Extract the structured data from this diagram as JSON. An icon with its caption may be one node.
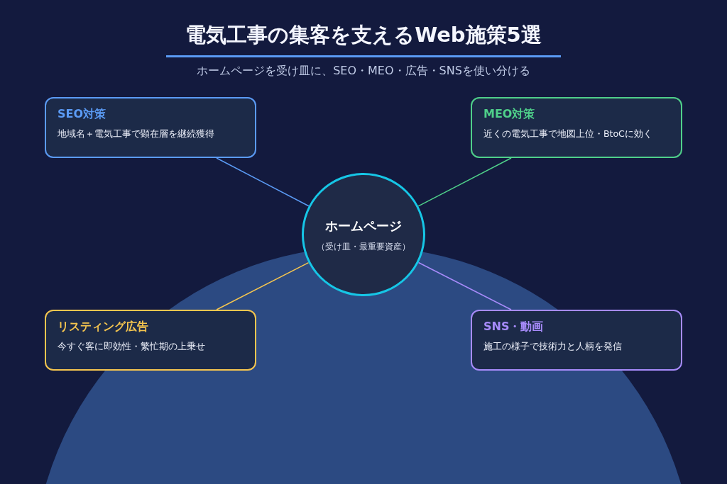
{
  "diagram": {
    "title": "電気工事の集客を支えるWeb施策5選",
    "caption": "ホームページを受け皿に、SEO・MEO・広告・SNSを使い分ける",
    "nodes": [
      {
        "text": [
          "ホームページ",
          "（受け皿・最重要資産）"
        ]
      },
      {
        "text": [
          "SEO対策",
          "地域名＋電気工事で顕在層を継続獲得"
        ]
      },
      {
        "text": [
          "MEO対策",
          "近くの電気工事で地図上位・BtoCに効く"
        ]
      },
      {
        "text": [
          "リスティング広告",
          "今すぐ客に即効性・繁忙期の上乗せ"
        ]
      },
      {
        "text": [
          "SNS・動画",
          "施工の様子で技術力と人柄を発信"
        ]
      }
    ],
    "edges": [
      {
        "from": 0,
        "to": 1,
        "arrow": "none",
        "color": "#5b9bf5"
      },
      {
        "from": 0,
        "to": 2,
        "arrow": "none",
        "color": "#4fd08a"
      },
      {
        "from": 0,
        "to": 3,
        "arrow": "none",
        "color": "#f6c64f"
      },
      {
        "from": 0,
        "to": 4,
        "arrow": "none",
        "color": "#a78bfa"
      }
    ]
  }
}
